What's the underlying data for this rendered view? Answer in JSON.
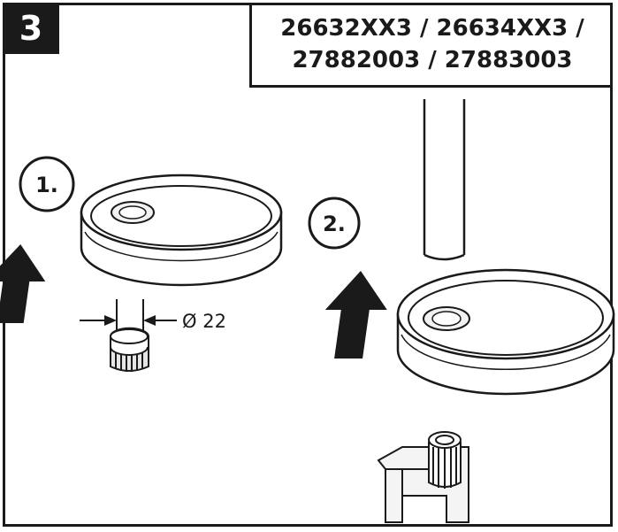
{
  "step": {
    "number": "3"
  },
  "codes": {
    "line1": "26632XX3 / 26634XX3 /",
    "line2": "27882003 / 27883003"
  },
  "substeps": {
    "first": "1.",
    "second": "2."
  },
  "dimension": {
    "label": "Ø 22"
  },
  "icons": [
    "up-arrow-icon",
    "dimension-arrow-icon"
  ]
}
